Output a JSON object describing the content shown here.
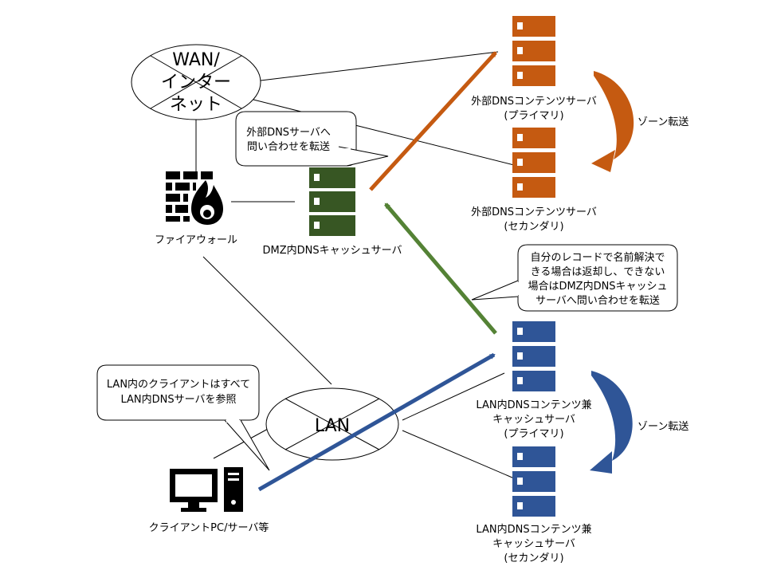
{
  "nodes": {
    "wan": {
      "lines": [
        "WAN/",
        "インター",
        "ネット"
      ]
    },
    "lan": {
      "label": "LAN"
    },
    "firewall": {
      "label": "ファイアウォール"
    },
    "dmz_cache": {
      "label": "DMZ内DNSキャッシュサーバ"
    },
    "ext_primary": {
      "lines": [
        "外部DNSコンテンツサーバ",
        "(プライマリ)"
      ]
    },
    "ext_secondary": {
      "lines": [
        "外部DNSコンテンツサーバ",
        "(セカンダリ)"
      ]
    },
    "lan_primary": {
      "lines": [
        "LAN内DNSコンテンツ兼",
        "キャッシュサーバ",
        "(プライマリ)"
      ]
    },
    "lan_secondary": {
      "lines": [
        "LAN内DNSコンテンツ兼",
        "キャッシュサーバ",
        "(セカンダリ)"
      ]
    },
    "client": {
      "label": "クライアントPC/サーバ等"
    }
  },
  "transfers": {
    "external": "ゾーン転送",
    "lan": "ゾーン転送"
  },
  "callouts": {
    "dmz_forward": {
      "lines": [
        "外部DNSサーバへ",
        "問い合わせを転送"
      ]
    },
    "lan_server": {
      "lines": [
        "自分のレコードで名前解決で",
        "きる場合は返却し、できない",
        "場合はDMZ内DNSキャッシュ",
        "サーバへ問い合わせを転送"
      ]
    },
    "client": {
      "lines": [
        "LAN内のクライアントはすべて",
        "LAN内DNSサーバを参照"
      ]
    }
  },
  "colors": {
    "orange": "#C55A11",
    "green": "#548235",
    "dark_green": "#375623",
    "blue": "#2F5597",
    "black": "#000000"
  }
}
